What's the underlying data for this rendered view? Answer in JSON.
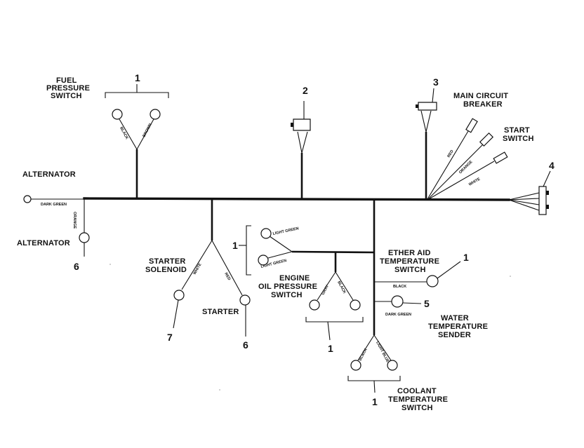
{
  "labels": {
    "fuel_pressure_switch": [
      "FUEL",
      "PRESSURE",
      "SWITCH"
    ],
    "main_circuit_breaker": [
      "MAIN CIRCUIT",
      "BREAKER"
    ],
    "start_switch": [
      "START",
      "SWITCH"
    ],
    "alternator_top": "ALTERNATOR",
    "alternator_left": "ALTERNATOR",
    "starter_solenoid": [
      "STARTER",
      "SOLENOID"
    ],
    "starter": "STARTER",
    "engine_oil_pressure_switch": [
      "ENGINE",
      "OIL PRESSURE",
      "SWITCH"
    ],
    "ether_aid_temperature_switch": [
      "ETHER AID",
      "TEMPERATURE",
      "SWITCH"
    ],
    "water_temperature_sender": [
      "WATER",
      "TEMPERATURE",
      "SENDER"
    ],
    "coolant_temperature_switch": [
      "COOLANT",
      "TEMPERATURE",
      "SWITCH"
    ]
  },
  "callouts": {
    "fuel_pressure": "1",
    "connector_2": "2",
    "connector_3": "3",
    "connector_4": "4",
    "alternator_6": "6",
    "solenoid_7": "7",
    "starter_6": "6",
    "oil_group_1": "1",
    "oil_pressure_1": "1",
    "ether_aid_1": "1",
    "water_temp_5": "5",
    "coolant_1": "1"
  },
  "wire_colors": {
    "fuel_black": "BLACK",
    "fuel_brown": "BROWN",
    "breaker_red": "RED",
    "start_orange": "ORANGE",
    "start_white": "WHITE",
    "alt_dark_green": "DARK GREEN",
    "alt_orange": "ORANGE",
    "solenoid_white": "WHITE",
    "starter_red": "RED",
    "oil_light_green_1": "LIGHT GREEN",
    "oil_light_green_2": "LIGHT GREEN",
    "oil_gray": "GRAY",
    "oil_black": "BLACK",
    "ether_black": "BLACK",
    "water_dark_green": "DARK GREEN",
    "coolant_black": "BLACK",
    "coolant_light_blue": "LIGHT BLUE"
  }
}
